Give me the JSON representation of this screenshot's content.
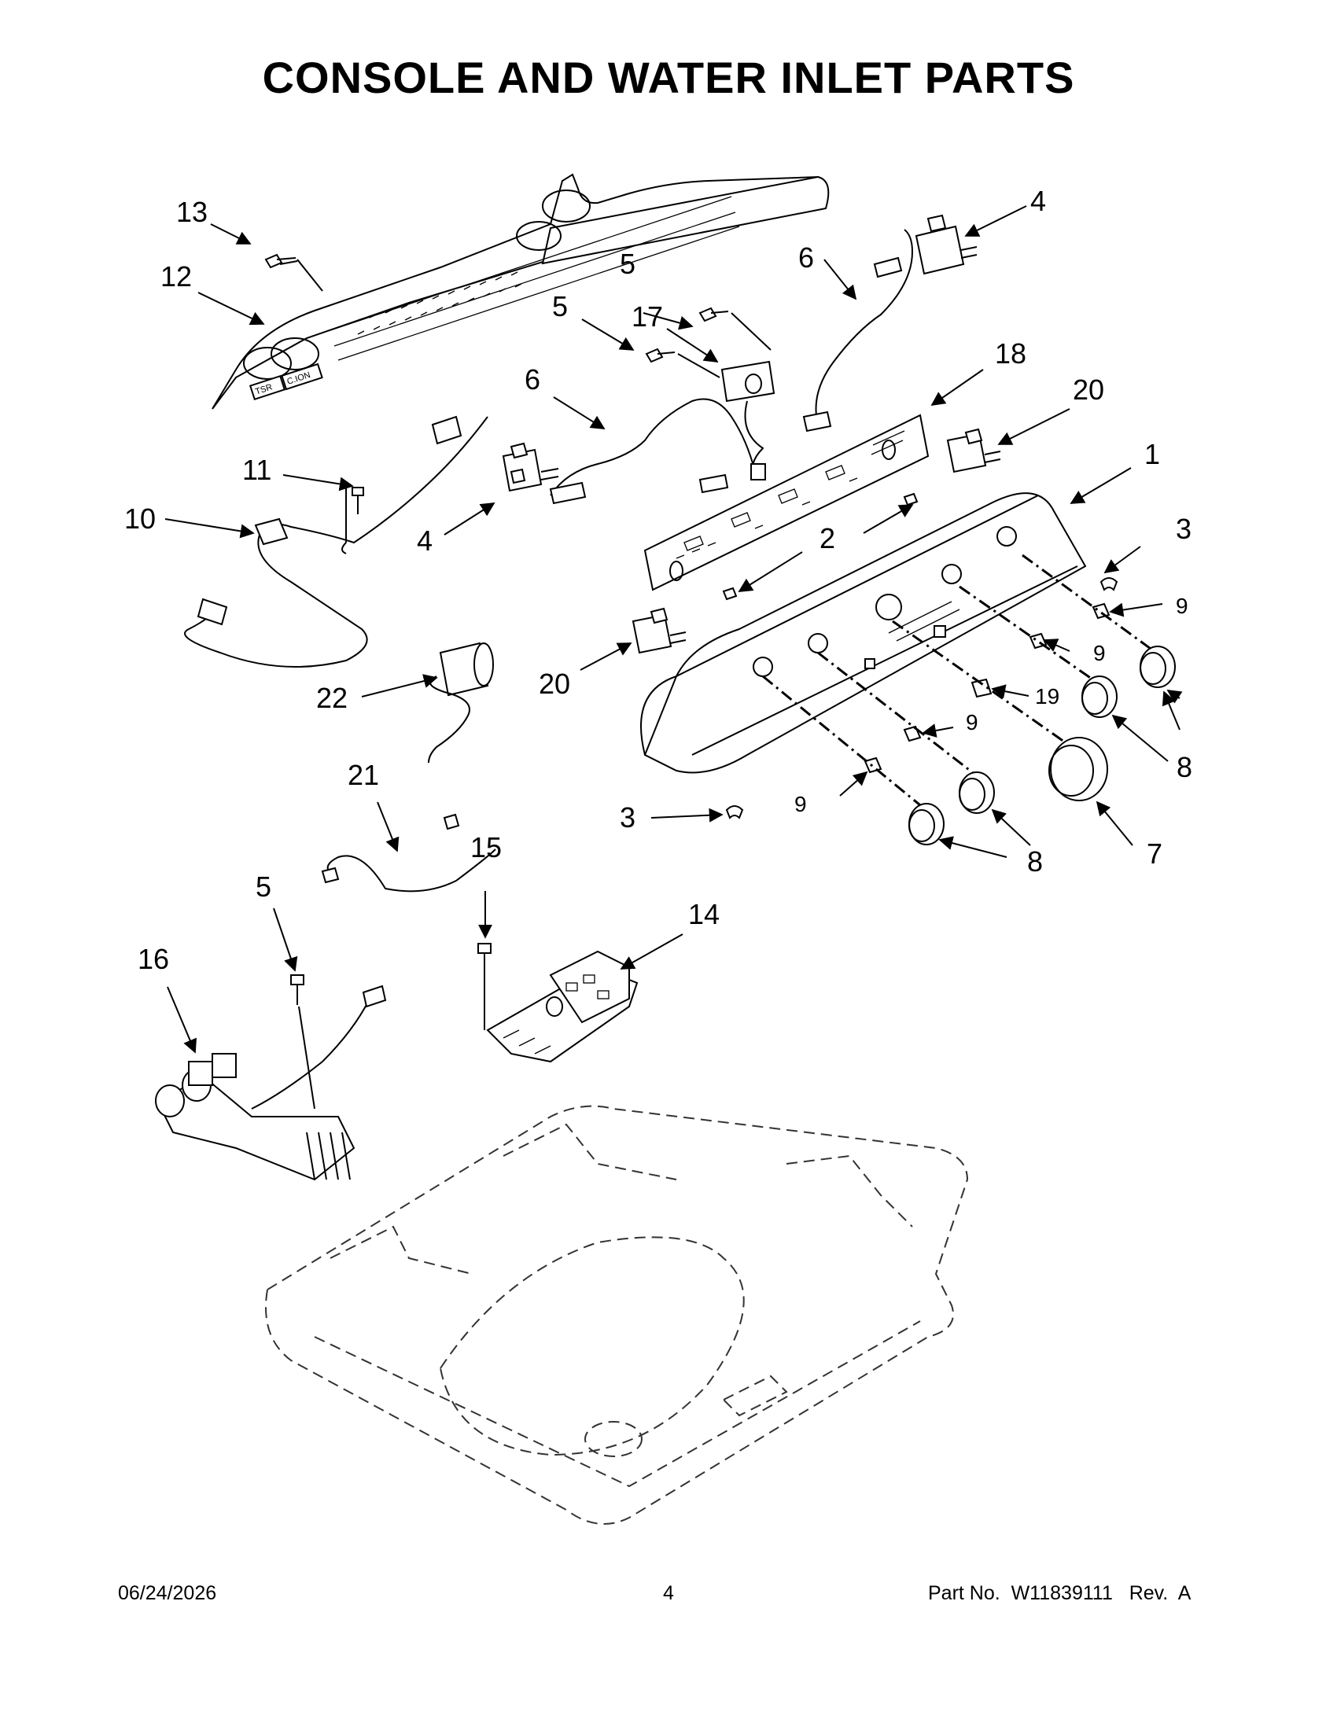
{
  "title": "CONSOLE AND WATER INLET PARTS",
  "footer": {
    "date": "06/24/2026",
    "page": "4",
    "part_number": "Part No.  W11839111   Rev.  A"
  },
  "callouts": {
    "c1": "1",
    "c2": "2",
    "c3a": "3",
    "c3b": "3",
    "c4a": "4",
    "c4b": "4",
    "c5a": "5",
    "c5b": "5",
    "c5c": "5",
    "c6a": "6",
    "c6b": "6",
    "c7": "7",
    "c8a": "8",
    "c8b": "8",
    "c9a": "9",
    "c9b": "9",
    "c9c": "9",
    "c9d": "9",
    "c10": "10",
    "c11": "11",
    "c12": "12",
    "c13": "13",
    "c14": "14",
    "c15": "15",
    "c16": "16",
    "c17": "17",
    "c18": "18",
    "c19": "19",
    "c20a": "20",
    "c20b": "20",
    "c21": "21",
    "c22": "22"
  },
  "part_markings": {
    "badge_left": "TSR",
    "badge_right": "C.ION"
  }
}
